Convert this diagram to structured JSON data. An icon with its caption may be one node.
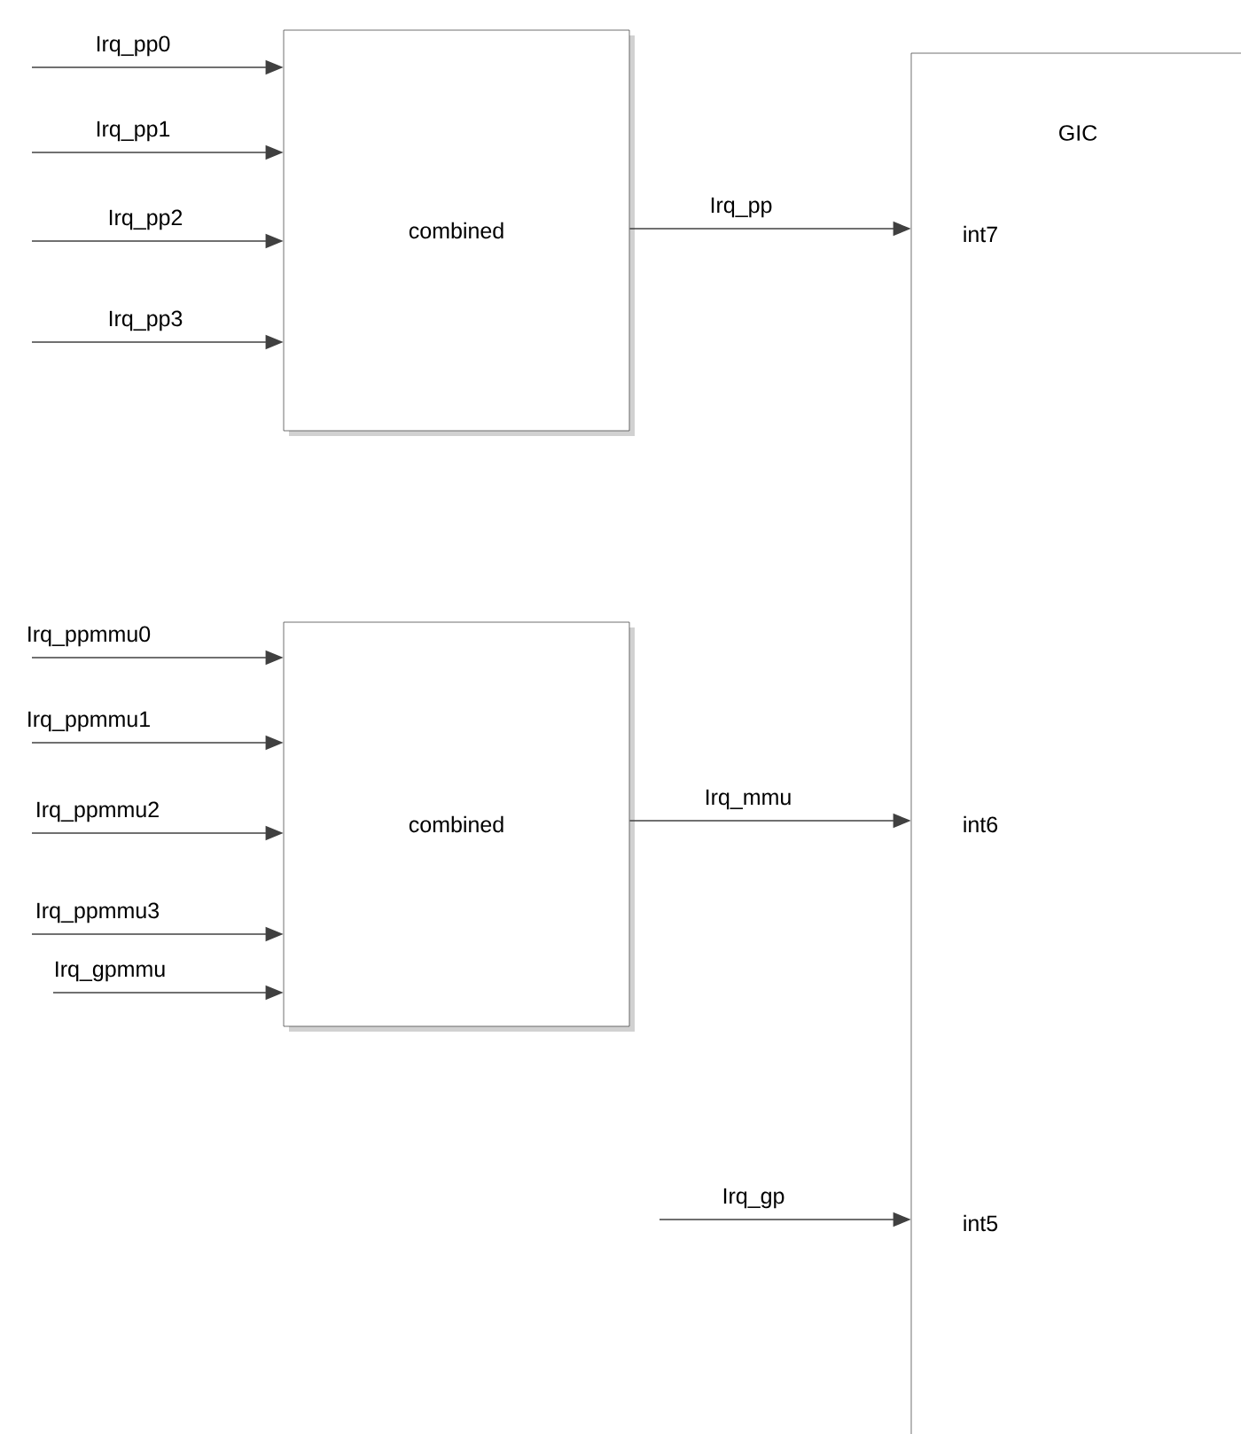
{
  "diagram": {
    "nodes": [
      {
        "text": [
          "combined"
        ]
      },
      {
        "text": [
          "combined"
        ]
      },
      {
        "text": [
          "GIC",
          "int7",
          "int6",
          "int5"
        ]
      }
    ],
    "edges": [
      {
        "from": null,
        "to": 0,
        "arrow": "to",
        "label": "Irq_pp0"
      },
      {
        "from": null,
        "to": 0,
        "arrow": "to",
        "label": "Irq_pp1"
      },
      {
        "from": null,
        "to": 0,
        "arrow": "to",
        "label": "Irq_pp2"
      },
      {
        "from": null,
        "to": 0,
        "arrow": "to",
        "label": "Irq_pp3"
      },
      {
        "from": null,
        "to": 1,
        "arrow": "to",
        "label": "Irq_ppmmu0"
      },
      {
        "from": null,
        "to": 1,
        "arrow": "to",
        "label": "Irq_ppmmu1"
      },
      {
        "from": null,
        "to": 1,
        "arrow": "to",
        "label": "Irq_ppmmu2"
      },
      {
        "from": null,
        "to": 1,
        "arrow": "to",
        "label": "Irq_ppmmu3"
      },
      {
        "from": null,
        "to": 1,
        "arrow": "to",
        "label": "Irq_gpmmu"
      },
      {
        "from": 0,
        "to": 2,
        "arrow": "to",
        "label": "Irq_pp"
      },
      {
        "from": 1,
        "to": 2,
        "arrow": "to",
        "label": "Irq_mmu"
      },
      {
        "from": null,
        "to": 2,
        "arrow": "to",
        "label": "Irq_gp"
      }
    ]
  }
}
